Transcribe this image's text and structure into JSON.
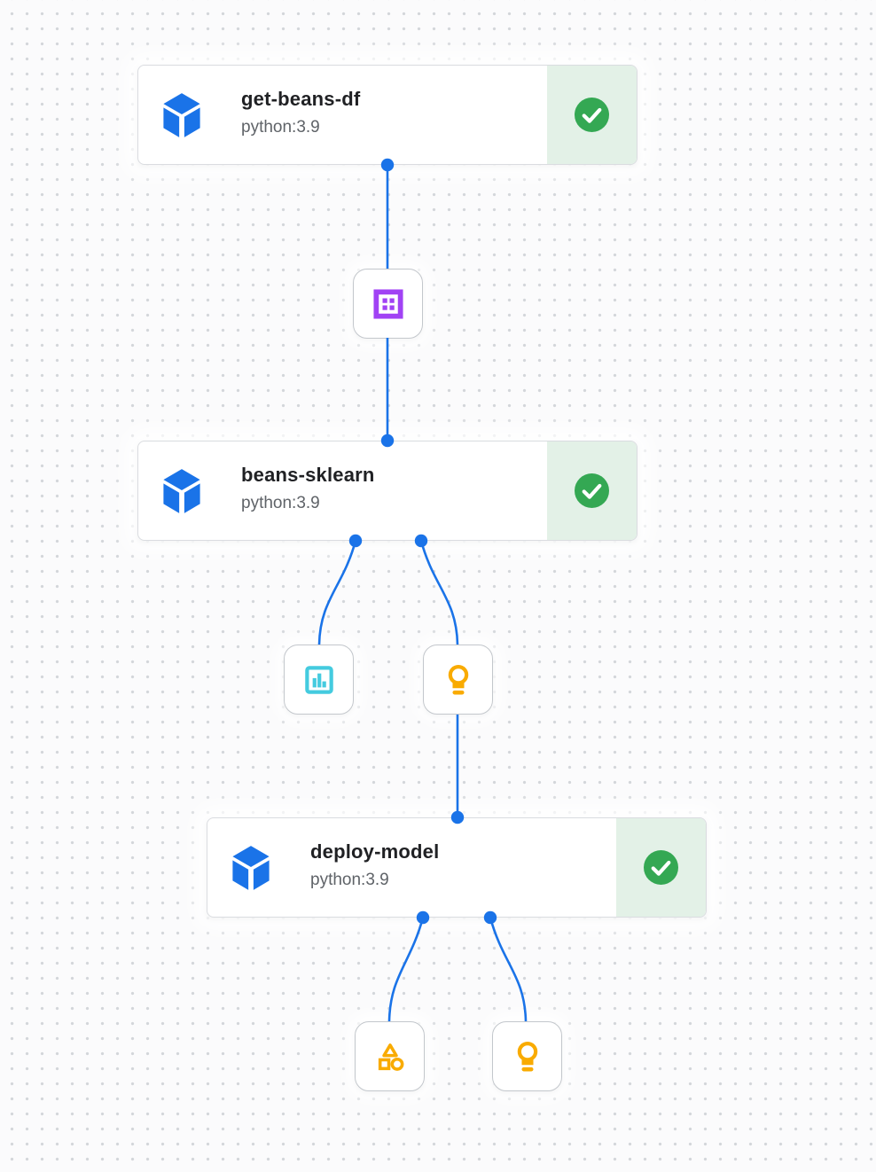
{
  "pipeline": {
    "tasks": [
      {
        "name": "get-beans-df",
        "runtime": "python:3.9",
        "status": "succeeded",
        "icon": "cube-icon",
        "status_icon": "check-circle-icon"
      },
      {
        "name": "beans-sklearn",
        "runtime": "python:3.9",
        "status": "succeeded",
        "icon": "cube-icon",
        "status_icon": "check-circle-icon"
      },
      {
        "name": "deploy-model",
        "runtime": "python:3.9",
        "status": "succeeded",
        "icon": "cube-icon",
        "status_icon": "check-circle-icon"
      }
    ],
    "artifacts": [
      {
        "icon": "dataset-grid-icon",
        "color": "#a142f4",
        "produced_by": "get-beans-df"
      },
      {
        "icon": "bar-chart-icon",
        "color": "#44cbdf",
        "produced_by": "beans-sklearn"
      },
      {
        "icon": "lightbulb-icon",
        "color": "#f9ab00",
        "produced_by": "beans-sklearn"
      },
      {
        "icon": "shapes-model-icon",
        "color": "#f9ab00",
        "produced_by": "deploy-model"
      },
      {
        "icon": "lightbulb-icon",
        "color": "#f9ab00",
        "produced_by": "deploy-model"
      }
    ],
    "colors": {
      "edge_blue": "#1a73e8",
      "task_icon_blue": "#1a73e8",
      "status_green": "#34a853",
      "status_panel_green": "#e3f1e7",
      "title_text": "#202124",
      "subtitle_text": "#5f6368",
      "card_border": "#dadce0",
      "canvas_background": "#fbfbfc",
      "canvas_dot": "#d3d6da"
    }
  }
}
